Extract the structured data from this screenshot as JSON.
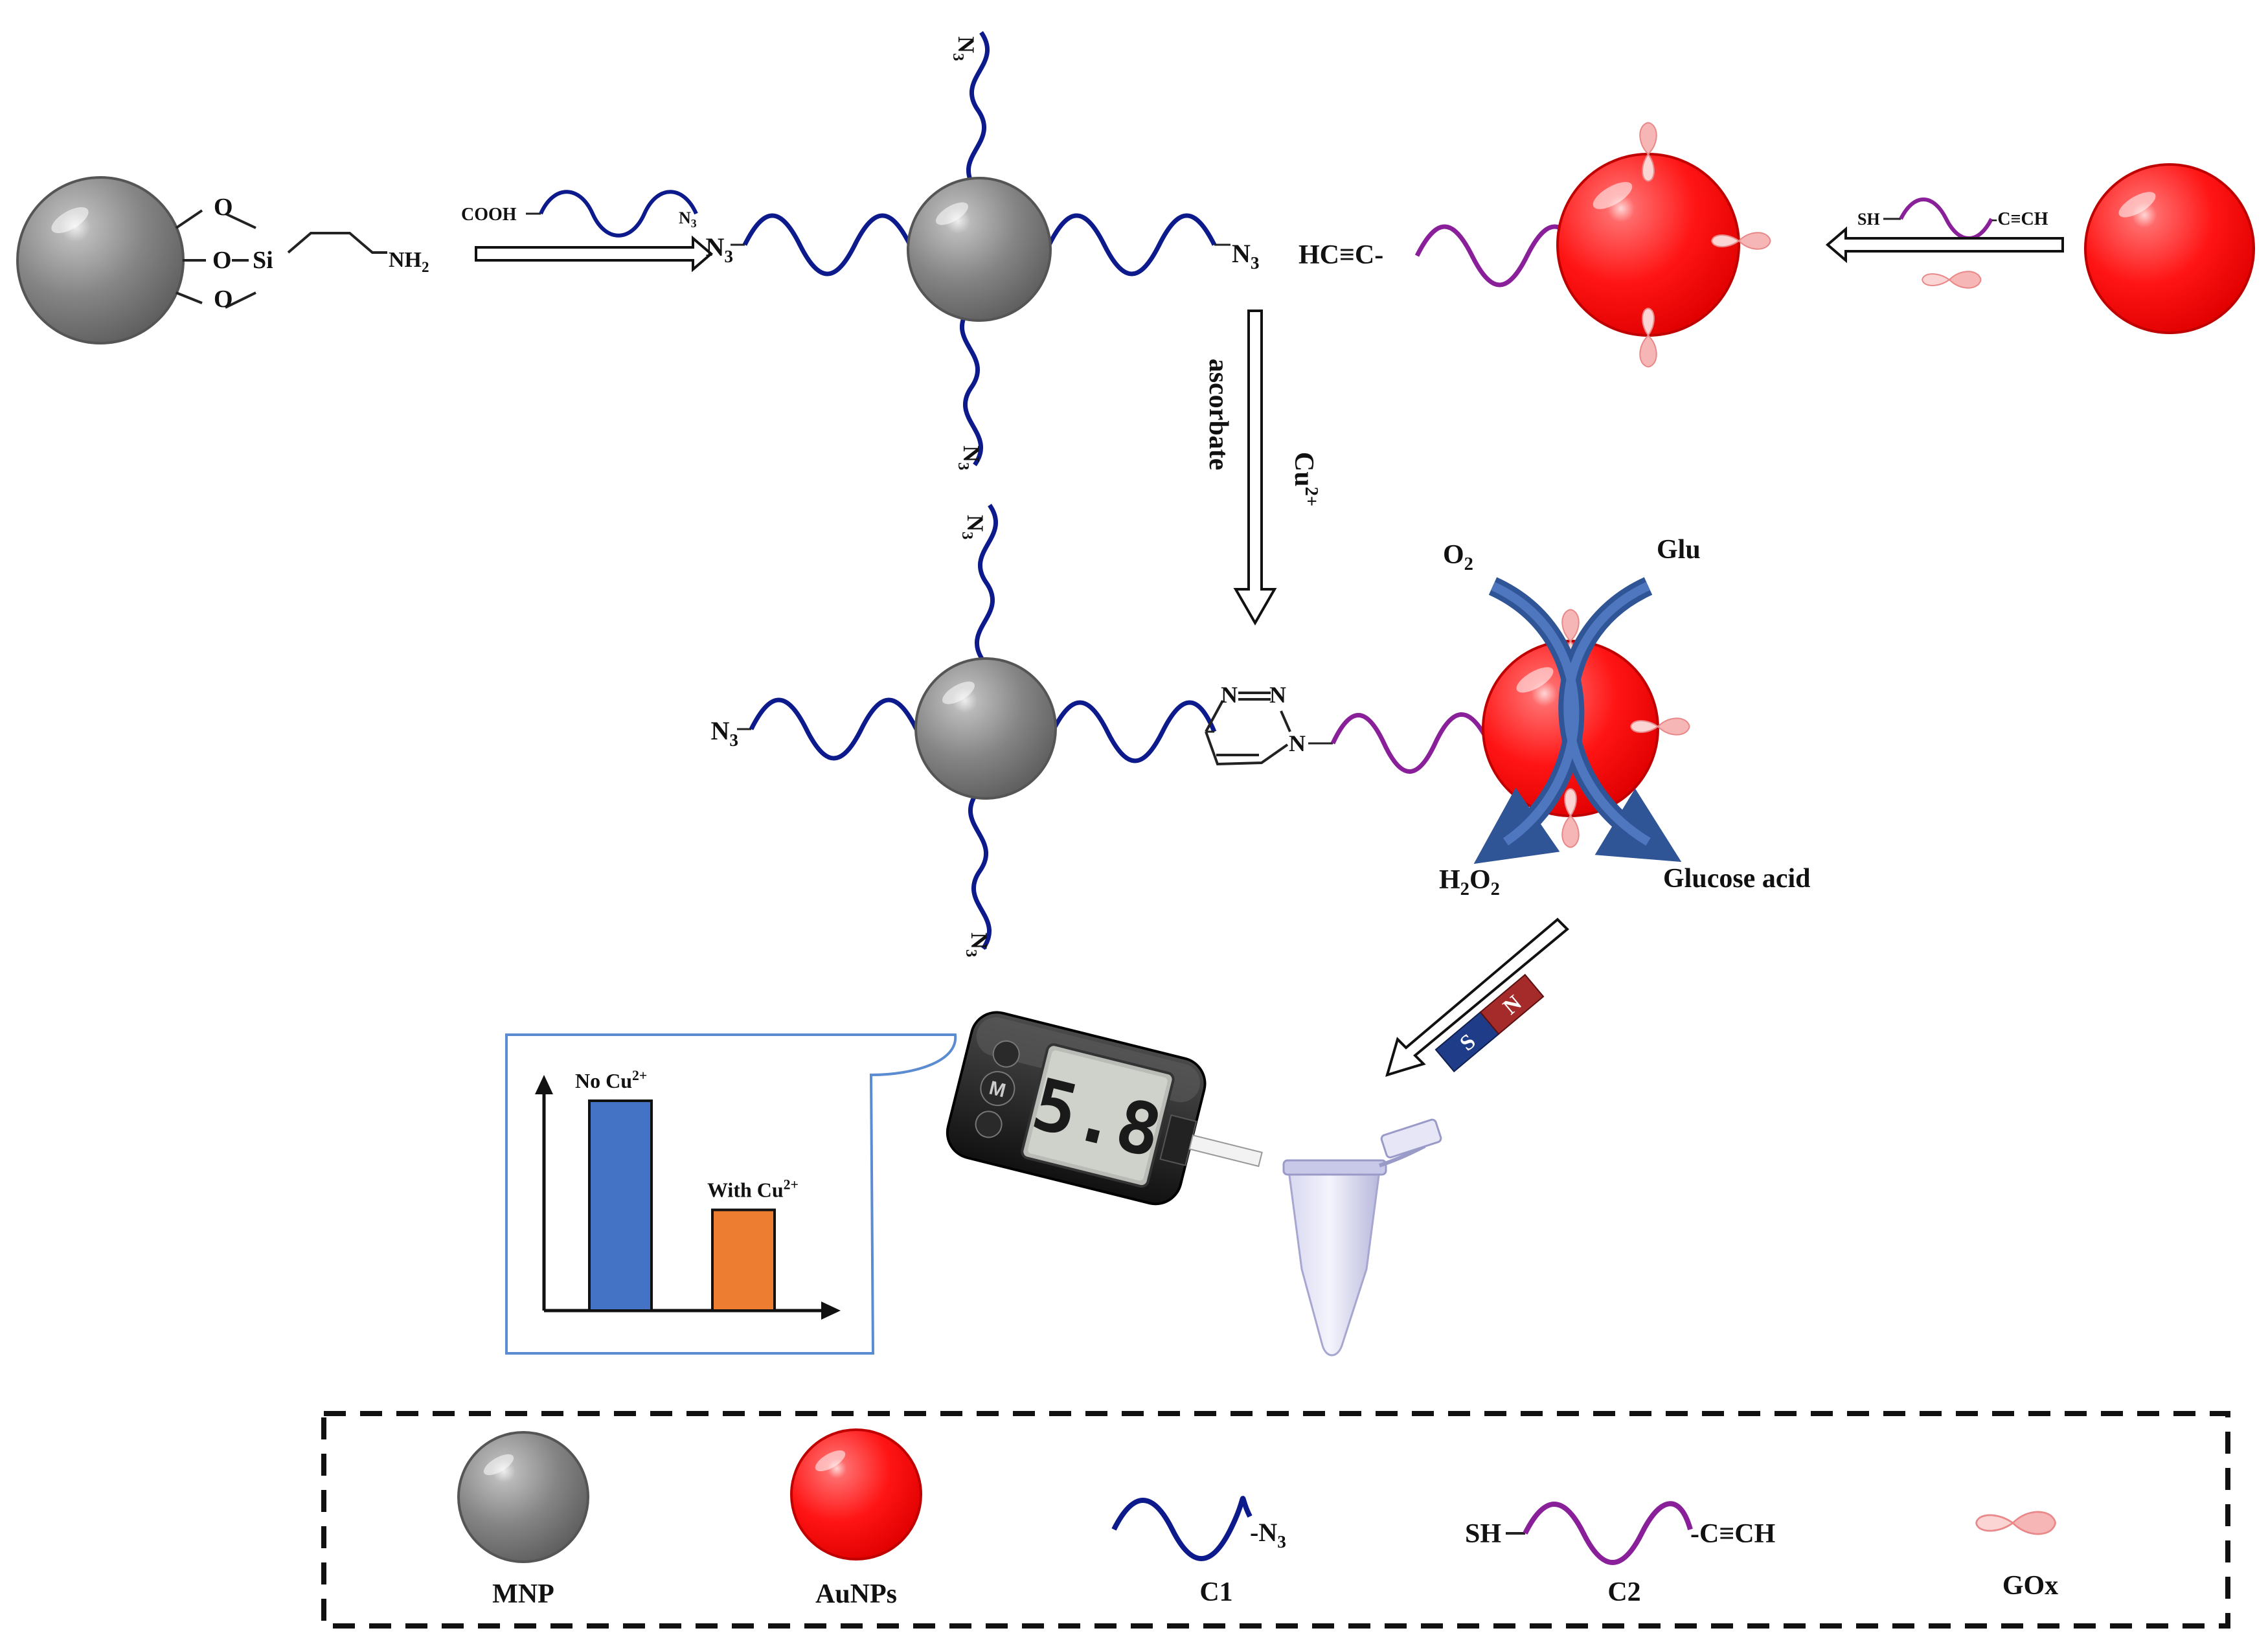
{
  "colors": {
    "mnp": "#8a8a8a",
    "aunp": "#ff1a1a",
    "c1": "#0c1a8c",
    "c2": "#8a1f9a",
    "gox": "#f3a3a3",
    "arrow_flow": "#2f5597",
    "bar_no_cu": "#4472c4",
    "bar_with_cu": "#ed7d31",
    "callout_border": "#5b8bd0",
    "magnet_n": "#a52a2a",
    "magnet_s": "#1f3c88"
  },
  "scheme": {
    "silane": {
      "o1": "O",
      "o2": "O",
      "o3": "O",
      "si": "Si",
      "nh2_main": "NH",
      "nh2_sub": "2"
    },
    "reagent_c1": {
      "prefix": "COOH",
      "n3_main": "N",
      "n3_sub": "3"
    },
    "mnp_c1": {
      "left_main": "N",
      "left_sub": "3",
      "right_main": "N",
      "right_sub": "3",
      "top_main": "N",
      "top_sub": "3",
      "bottom_main": "N",
      "bottom_sub": "3"
    },
    "aunp_c2": {
      "alkyne": "HC≡C-"
    },
    "reagent_c2": {
      "prefix": "SH",
      "suffix": "-C≡CH"
    },
    "click_conditions": {
      "reagent": "ascorbate",
      "catalyst_main": "Cu",
      "catalyst_sup": "2+"
    },
    "conjugate": {
      "left_main": "N",
      "left_sub": "3",
      "top_main": "N",
      "top_sub": "3",
      "bottom_main": "N",
      "bottom_sub": "3",
      "triazole_n1": "N",
      "triazole_n2": "N",
      "triazole_n3": "N"
    },
    "enzyme_reaction": {
      "o2_main": "O",
      "o2_sub": "2",
      "glu": "Glu",
      "h2o2_h": "H",
      "h2o2_sub1": "2",
      "h2o2_o": "O",
      "h2o2_sub2": "2",
      "product": "Glucose acid"
    },
    "magnet": {
      "n": "N",
      "s": "S"
    },
    "glucometer": {
      "reading": "5.8"
    },
    "bar_chart": {
      "bar1_main": "No Cu",
      "bar1_sup": "2+",
      "bar2_main": "With Cu",
      "bar2_sup": "2+"
    }
  },
  "chart_data": {
    "type": "bar",
    "categories": [
      "No Cu2+",
      "With Cu2+"
    ],
    "values": [
      100,
      48
    ],
    "ylim": [
      0,
      100
    ]
  },
  "legend": {
    "mnp": "MNP",
    "aunp": "AuNPs",
    "c1": "C1",
    "c1_n3_main": "N",
    "c1_n3_sub": "3",
    "c2": "C2",
    "c2_prefix": "SH",
    "c2_suffix": "-C≡CH",
    "gox": "GOx"
  }
}
